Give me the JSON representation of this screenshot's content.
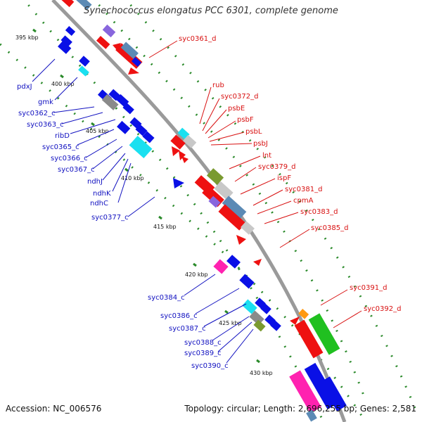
{
  "title": "Synechococcus elongatus PCC 6301, complete genome",
  "footer": {
    "accession": "Accession: NC_006576",
    "summary": "Topology: circular; Length: 2,696,255 bp; Genes: 2,581"
  },
  "colors": {
    "backbone": "#9a9a9a",
    "forward_label": "#d81010",
    "reverse_label": "#1010c0",
    "dotted_track": "#2a8a2a",
    "red_gene": "#ee1111",
    "blue_gene": "#0a10e6",
    "cyan_gene": "#1ae0f0",
    "gray_gene": "#8a8a8a",
    "lightgray_gene": "#c8c8c8",
    "steel_gene": "#5b8ab5",
    "olive_gene": "#7a9a30",
    "green_gene": "#20c020",
    "magenta_gene": "#ff22b0",
    "orange_gene": "#ff9910",
    "purple_gene": "#8866dd"
  },
  "kbp_markers": [
    "395 kbp",
    "400 kbp",
    "405 kbp",
    "410 kbp",
    "415 kbp",
    "420 kbp",
    "425 kbp",
    "430 kbp"
  ],
  "forward_labels": [
    "syc0361_d",
    "rub",
    "syc0372_d",
    "psbE",
    "psbF",
    "psbL",
    "psbJ",
    "lnt",
    "syc0379_d",
    "ispF",
    "syc0381_d",
    "cpmA",
    "syc0383_d",
    "syc0385_d",
    "syc0391_d",
    "syc0392_d"
  ],
  "reverse_labels": [
    "pdxJ",
    "gmk",
    "syc0362_c",
    "syc0363_c",
    "ribD",
    "syc0365_c",
    "syc0366_c",
    "syc0367_c",
    "ndhJ",
    "ndhK",
    "ndhC",
    "syc0377_c",
    "syc0384_c",
    "syc0386_c",
    "syc0387_c",
    "syc0388_c",
    "syc0389_c",
    "syc0390_c"
  ]
}
